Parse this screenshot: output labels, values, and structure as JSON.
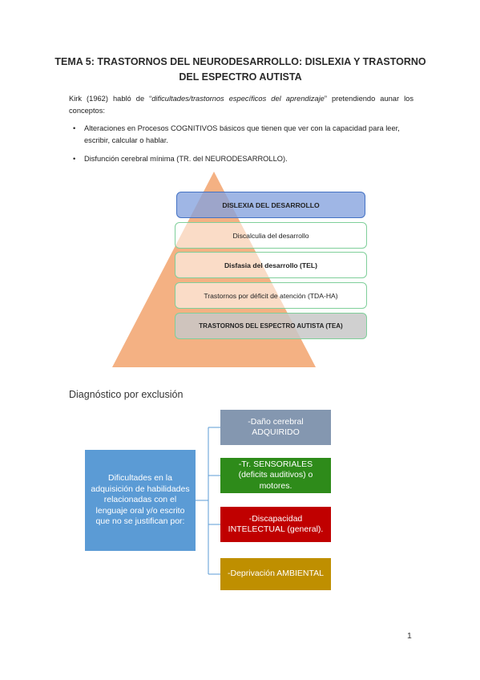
{
  "title": {
    "line1": "TEMA 5: TRASTORNOS DEL NEURODESARROLLO: DISLEXIA Y TRASTORNO",
    "line2": "DEL ESPECTRO AUTISTA"
  },
  "intro": {
    "before": "Kirk (1962) habló de “",
    "italic": "dificultades/trastornos específicos del aprendizaje",
    "after": "” pretendiendo aunar los conceptos:"
  },
  "bullets": [
    "Alteraciones en Procesos COGNITIVOS básicos que tienen que ver con la capacidad para leer, escribir, calcular o hablar.",
    "Disfunción cerebral mínima (TR. del  NEURODESARROLLO)."
  ],
  "pyramid": {
    "fill_color": "#f4b183",
    "items": [
      "DISLEXIA DEL DESARROLLO",
      "Discalculia del desarrollo",
      "Disfasia del desarrollo (TEL)",
      "Trastornos por déficit de atención (TDA-HA)",
      "TRASTORNOS DEL ESPECTRO AUTISTA (TEA)"
    ]
  },
  "section_heading": "Diagnóstico por exclusión",
  "diagram": {
    "main": "Dificultades en la adquisición de habilidades relacionadas con el lenguaje oral y/o escrito que no se justifican por:",
    "branches": [
      "-Daño cerebral ADQUIRIDO",
      "-Tr. SENSORIALES (deficits auditivos) o motores.",
      "-Discapacidad INTELECTUAL (general).",
      "-Deprivación AMBIENTAL"
    ],
    "connector_color": "#5b9bd5"
  },
  "page_number": "1"
}
